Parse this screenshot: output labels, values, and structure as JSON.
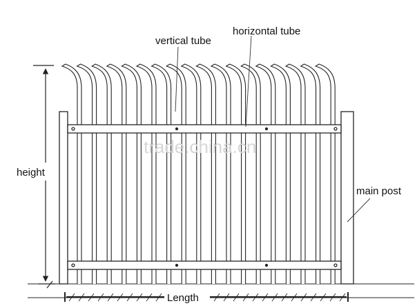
{
  "labels": {
    "vertical_tube": "vertical tube",
    "horizontal_tube": "horizontal tube",
    "height": "height",
    "main_post": "main post",
    "length": "Length"
  },
  "watermark": "trade.china.cn",
  "colors": {
    "line": "#222222",
    "watermark": "#d6d6d6",
    "background": "#ffffff"
  }
}
